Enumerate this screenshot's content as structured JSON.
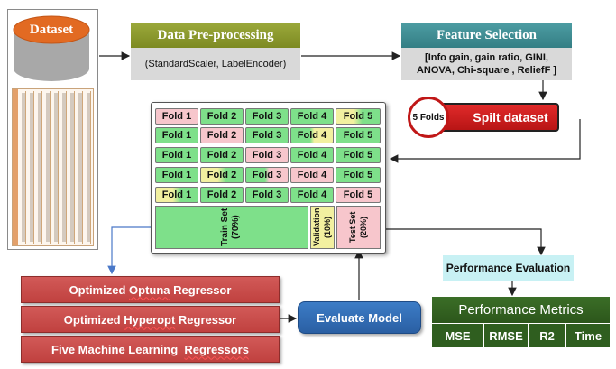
{
  "dataset": {
    "label": "Dataset"
  },
  "preprocessing": {
    "title": "Data Pre-processing",
    "detail": "(StandardScaler, LabelEncoder)"
  },
  "feature_selection": {
    "title": "Feature Selection",
    "detail_line1": "[Info gain, gain ratio, GINI,",
    "detail_line2": "ANOVA, Chi-square , ReliefF ]"
  },
  "split": {
    "folds_label": "5 Folds",
    "title": "Spilt dataset"
  },
  "folds": {
    "rows": [
      [
        "Fold 1",
        "Fold 2",
        "Fold 3",
        "Fold 4",
        "Fold 5"
      ],
      [
        "Fold 1",
        "Fold 2",
        "Fold 3",
        "Fold 4",
        "Fold 5"
      ],
      [
        "Fold 1",
        "Fold 2",
        "Fold 3",
        "Fold 4",
        "Fold 5"
      ],
      [
        "Fold 1",
        "Fold 2",
        "Fold 3",
        "Fold 4",
        "Fold 5"
      ],
      [
        "Fold 1",
        "Fold 2",
        "Fold 3",
        "Fold 4",
        "Fold 5"
      ]
    ],
    "train": "Train Set (70%)",
    "validation": "Validation (10%)",
    "test": "Test Set (20%)"
  },
  "regressors": {
    "optuna": {
      "prefix": "Optimized ",
      "name": "Optuna",
      "suffix": " Regressor"
    },
    "hyperopt": {
      "prefix": "Optimized ",
      "name": "Hyperopt",
      "suffix": " Regressor"
    },
    "five": {
      "prefix": "Five Machine Learning  ",
      "name": "Regressors",
      "suffix": ""
    }
  },
  "evaluate": {
    "label": "Evaluate Model"
  },
  "performance": {
    "title": "Performance Evaluation"
  },
  "metrics": {
    "title": "Performance Metrics",
    "items": [
      "MSE",
      "RMSE",
      "R2",
      "Time"
    ]
  },
  "colors": {
    "olive": "#8d9a2c",
    "teal": "#3f8f95",
    "red": "#c0413f",
    "blue": "#2f6db5",
    "green": "#2f5e1f",
    "fold_green": "#7ee08a",
    "fold_pink": "#f7c6cc",
    "fold_yellow": "#f2f0a0"
  }
}
